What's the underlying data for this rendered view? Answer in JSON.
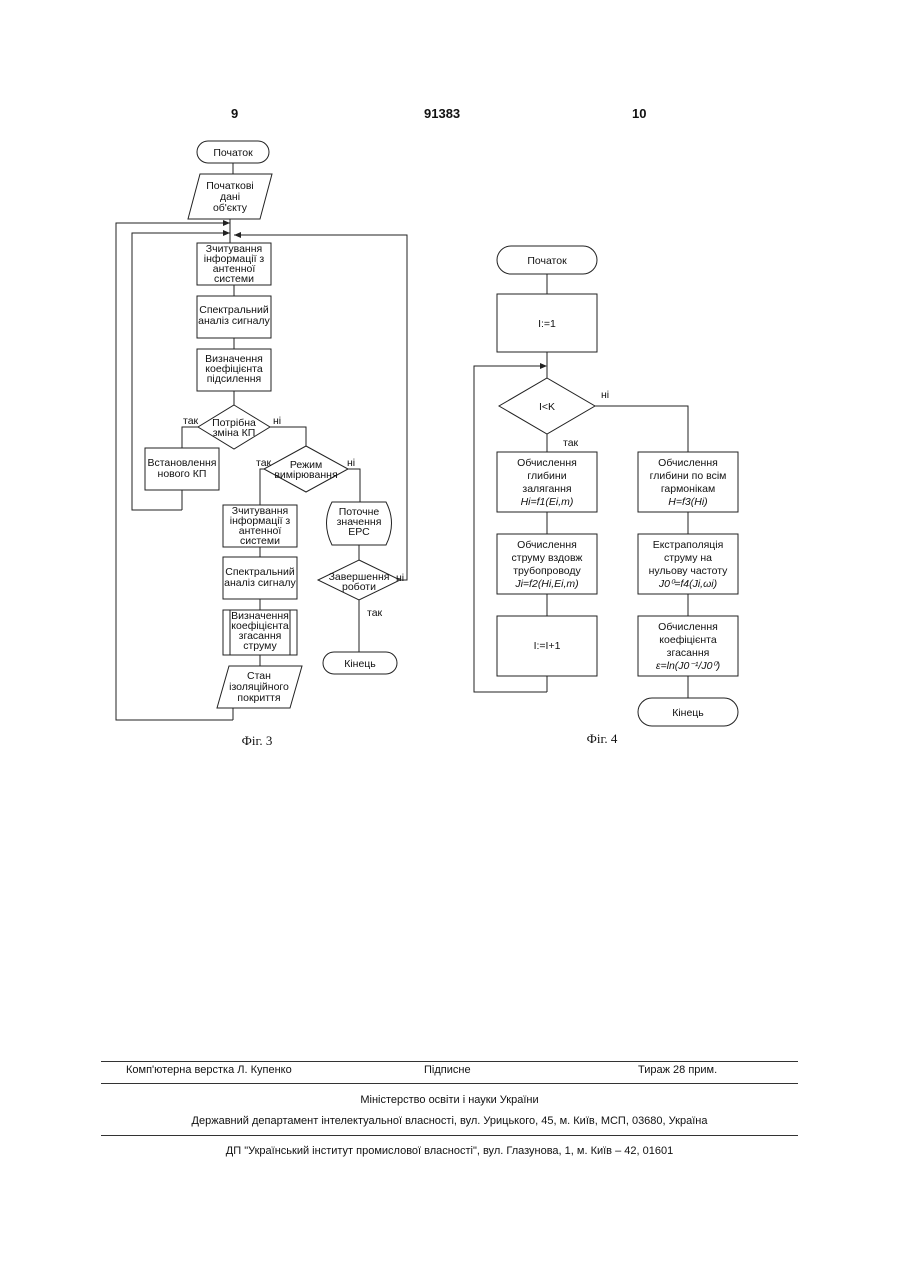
{
  "header": {
    "left_page": "9",
    "patent_number": "91383",
    "right_page": "10"
  },
  "fig3": {
    "caption": "Фіг. 3",
    "start": "Початок",
    "input": [
      "Початкові",
      "дані",
      "об'єкту"
    ],
    "read1": [
      "Зчитування",
      "інформації з",
      "антенної",
      "системи"
    ],
    "spectral1": [
      "Спектральний",
      "аналіз сигналу"
    ],
    "gain": [
      "Визначення",
      "коефіцієнта",
      "підсилення"
    ],
    "cond_gain": [
      "Потрібна",
      "зміна КП"
    ],
    "yes": "так",
    "no": "ні",
    "set_gain": [
      "Встановлення",
      "нового КП"
    ],
    "cond_mode": [
      "Режим",
      "вимірювання"
    ],
    "read2": [
      "Зчитування",
      "інформації з",
      "антенної",
      "системи"
    ],
    "spectral2": [
      "Спектральний",
      "аналіз сигналу"
    ],
    "attenuation": [
      "Визначення",
      "коефіцієнта",
      "згасання",
      "струму"
    ],
    "insulation": [
      "Стан",
      "ізоляційного",
      "покриття"
    ],
    "emf": [
      "Поточне",
      "значення",
      "ЕРС"
    ],
    "cond_end": [
      "Завершення",
      "роботи"
    ],
    "end": "Кінець"
  },
  "fig4": {
    "caption": "Фіг. 4",
    "start": "Початок",
    "init": "I:=1",
    "cond": "I<K",
    "yes": "так",
    "no": "ні",
    "depth_calc": [
      "Обчислення",
      "глибини",
      "залягання"
    ],
    "depth_formula": "Hi=f1(Ei,m)",
    "current_calc": [
      "Обчислення",
      "струму вздовж",
      "трубопроводу"
    ],
    "current_formula": "Ji=f2(Hi,Ei,m)",
    "incr": "I:=I+1",
    "depth_all": [
      "Обчислення",
      "глибини по всім",
      "гармонікам"
    ],
    "depth_all_formula": "H=f3(Hi)",
    "extrap": [
      "Екстраполяція",
      "струму на",
      "нульову частоту"
    ],
    "extrap_formula": "J0⁰=f4(Ji,ωi)",
    "atten": [
      "Обчислення",
      "коефіцієнта",
      "згасання"
    ],
    "atten_formula": "ε=ln(J0⁻¹/J0⁰)",
    "end": "Кінець"
  },
  "footer": {
    "typesetter": "Комп'ютерна верстка Л. Купенко",
    "signed": "Підписне",
    "circulation": "Тираж 28 прим.",
    "ministry": "Міністерство освіти і науки України",
    "department": "Державний департамент інтелектуальної власності, вул. Урицького, 45, м. Київ, МСП, 03680, Україна",
    "institute": "ДП \"Український інститут промислової власності\", вул. Глазунова, 1, м. Київ – 42, 01601"
  }
}
